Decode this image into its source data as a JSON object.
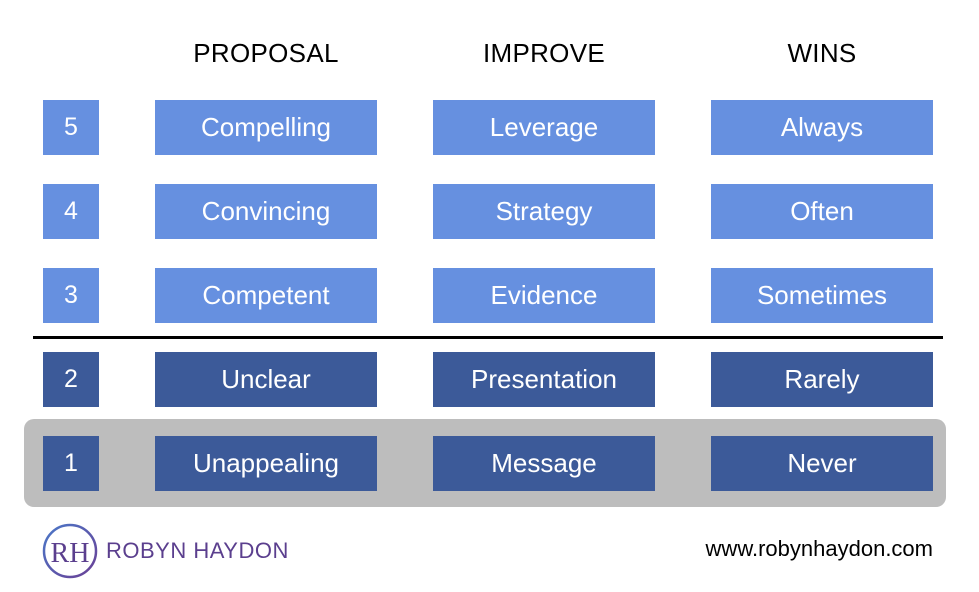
{
  "colors": {
    "light": "#6690e0",
    "dark": "#3c5a99",
    "highlight": "#bdbdbd",
    "brand": "#5b3f8e"
  },
  "headers": [
    "PROPOSAL",
    "IMPROVE",
    "WINS"
  ],
  "rows": [
    {
      "level": "5",
      "proposal": "Compelling",
      "improve": "Leverage",
      "wins": "Always"
    },
    {
      "level": "4",
      "proposal": "Convincing",
      "improve": "Strategy",
      "wins": "Often"
    },
    {
      "level": "3",
      "proposal": "Competent",
      "improve": "Evidence",
      "wins": "Sometimes"
    },
    {
      "level": "2",
      "proposal": "Unclear",
      "improve": "Presentation",
      "wins": "Rarely"
    },
    {
      "level": "1",
      "proposal": "Unappealing",
      "improve": "Message",
      "wins": "Never"
    }
  ],
  "footer": {
    "logo_monogram": "RH",
    "brand_name": "ROBYN HAYDON",
    "website": "www.robynhaydon.com"
  }
}
